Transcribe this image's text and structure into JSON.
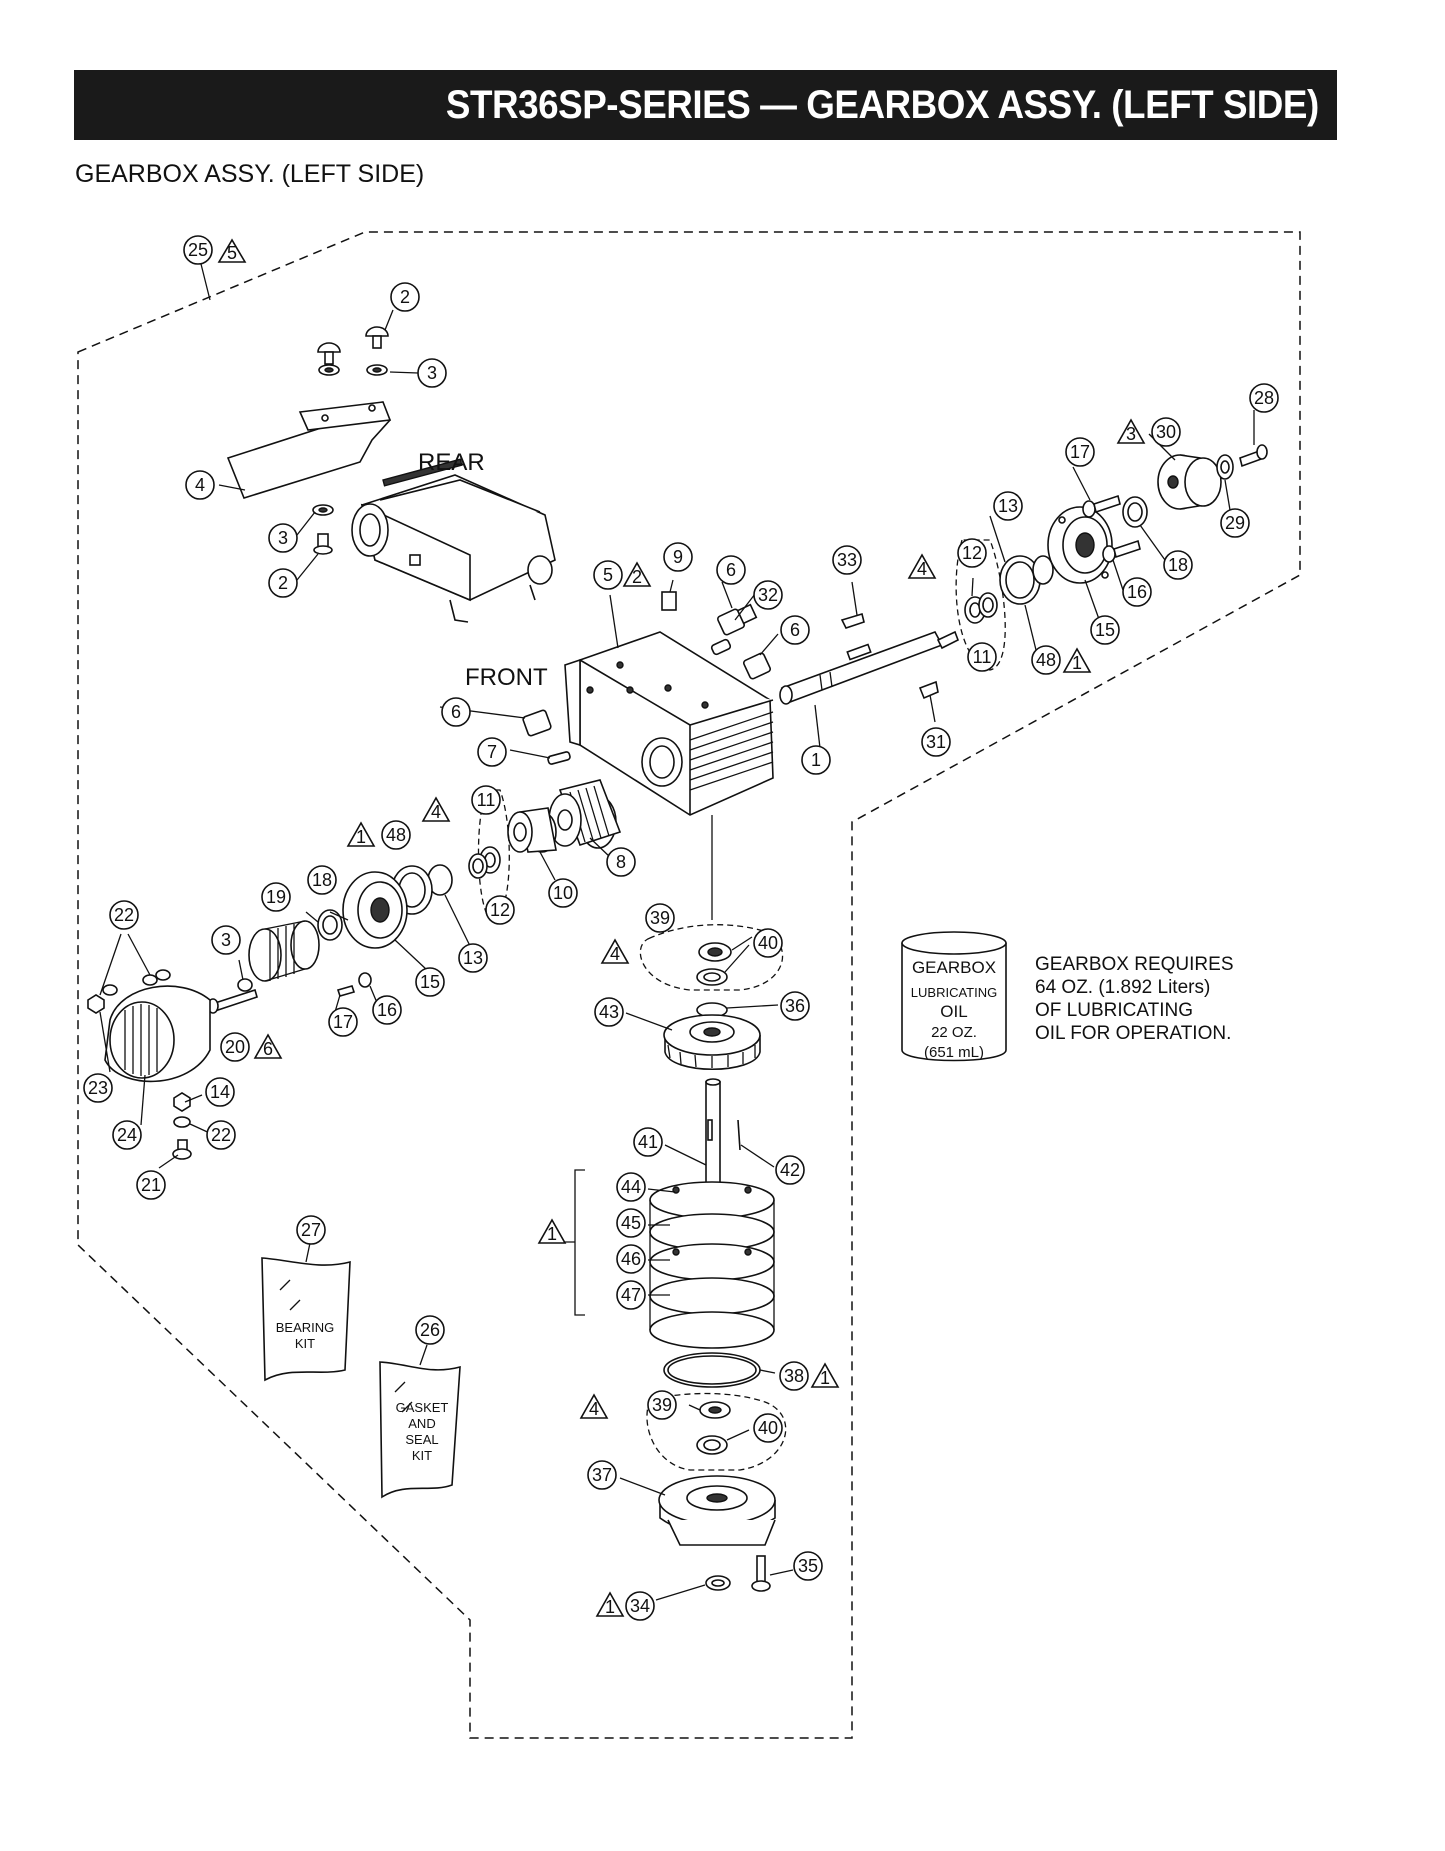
{
  "header": {
    "title": "STR36SP-SERIES — GEARBOX ASSY.  (LEFT SIDE)",
    "subtitle": "GEARBOX ASSY. (LEFT SIDE)"
  },
  "labels": {
    "rear": "REAR",
    "front": "FRONT"
  },
  "callouts": {
    "c1": "1",
    "c2": "2",
    "c3": "3",
    "c4": "4",
    "c5": "5",
    "c6": "6",
    "c7": "7",
    "c8": "8",
    "c9": "9",
    "c10": "10",
    "c11": "11",
    "c12": "12",
    "c13": "13",
    "c14": "14",
    "c15": "15",
    "c16": "16",
    "c17": "17",
    "c18": "18",
    "c19": "19",
    "c20": "20",
    "c21": "21",
    "c22": "22",
    "c23": "23",
    "c24": "24",
    "c25": "25",
    "c26": "26",
    "c27": "27",
    "c28": "28",
    "c29": "29",
    "c30": "30",
    "c31": "31",
    "c32": "32",
    "c33": "33",
    "c34": "34",
    "c35": "35",
    "c36": "36",
    "c37": "37",
    "c38": "38",
    "c39": "39",
    "c40": "40",
    "c41": "41",
    "c42": "42",
    "c43": "43",
    "c44": "44",
    "c45": "45",
    "c46": "46",
    "c47": "47",
    "c48": "48"
  },
  "notes": {
    "n1": "1",
    "n2": "2",
    "n3": "3",
    "n4": "4",
    "n5": "5",
    "n6": "6"
  },
  "kits": {
    "bearing_line1": "BEARING",
    "bearing_line2": "KIT",
    "gasket_line1": "GASKET",
    "gasket_line2": "AND",
    "gasket_line3": "SEAL",
    "gasket_line4": "KIT"
  },
  "oil_can": {
    "line1": "GEARBOX",
    "line2": "LUBRICATING",
    "line3": "OIL",
    "line4": "22 OZ.",
    "line5": "(651 mL)"
  },
  "oil_note": {
    "line1": "GEARBOX REQUIRES",
    "line2": "64 OZ.  (1.892 Liters)",
    "line3": "OF LUBRICATING",
    "line4": "OIL FOR OPERATION."
  }
}
